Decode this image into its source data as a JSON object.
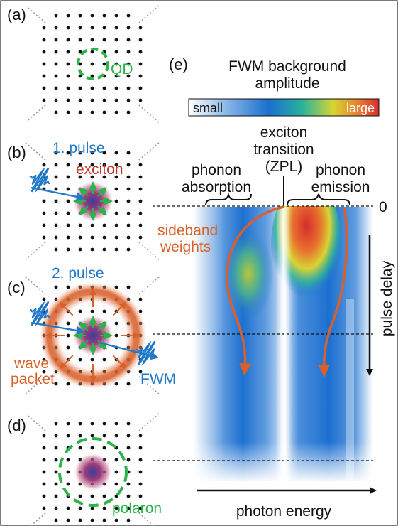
{
  "panels": {
    "a": {
      "label": "(a)",
      "annotation": "QD"
    },
    "b": {
      "label": "(b)",
      "pulse": "1. pulse",
      "state": "exciton"
    },
    "c": {
      "label": "(c)",
      "pulse": "2. pulse",
      "wave_packet_line1": "wave",
      "wave_packet_line2": "packet",
      "signal": "FWM"
    },
    "d": {
      "label": "(d)",
      "annotation": "polaron"
    },
    "e": {
      "label": "(e)"
    }
  },
  "colorbar": {
    "title_line1": "FWM background",
    "title_line2": "amplitude",
    "min_label": "small",
    "max_label": "large"
  },
  "labels": {
    "zpl_line1": "exciton",
    "zpl_line2": "transition",
    "zpl_line3": "(ZPL)",
    "absorption_line1": "phonon",
    "absorption_line2": "absorption",
    "emission_line1": "phonon",
    "emission_line2": "emission",
    "sideband_line1": "sideband",
    "sideband_line2": "weights",
    "zero_tick": "0",
    "y_axis": "pulse delay",
    "x_axis": "photon energy"
  },
  "colors": {
    "black": "#111111",
    "blue": "#1f78c8",
    "green": "#2db34a",
    "orange": "#d9602b",
    "exciton_red": "#c0392b"
  }
}
